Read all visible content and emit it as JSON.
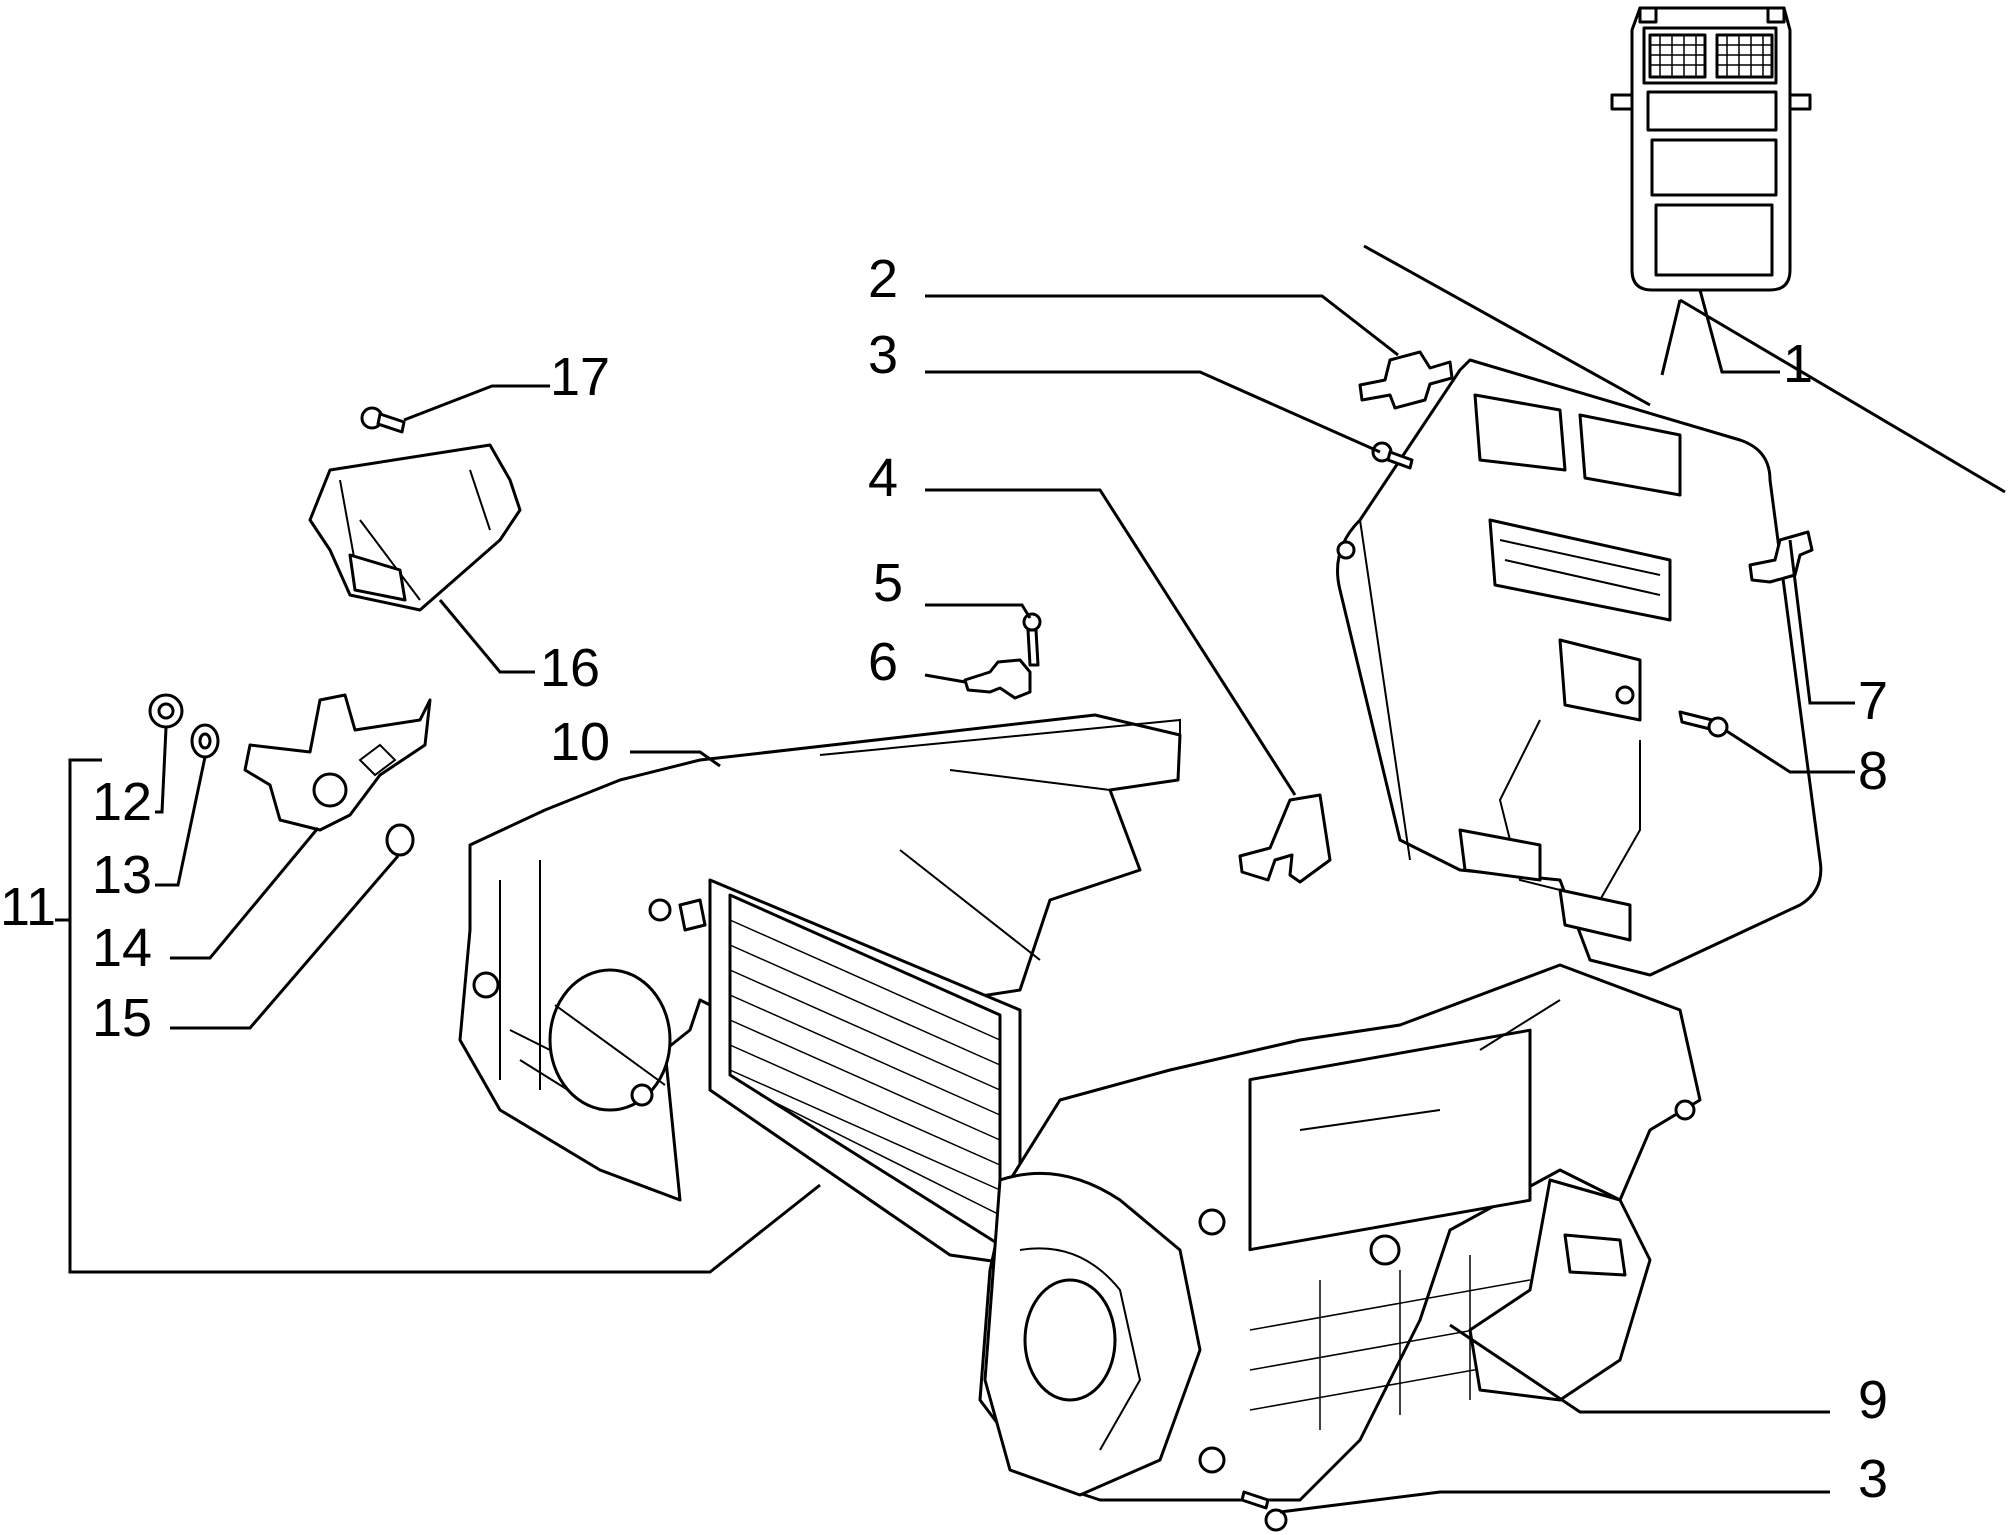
{
  "callouts": {
    "c1": "1",
    "c2": "2",
    "c3a": "3",
    "c3b": "3",
    "c4": "4",
    "c5": "5",
    "c6": "6",
    "c7": "7",
    "c8": "8",
    "c9": "9",
    "c10": "10",
    "c11": "11",
    "c12": "12",
    "c13": "13",
    "c14": "14",
    "c15": "15",
    "c16": "16",
    "c17": "17"
  }
}
